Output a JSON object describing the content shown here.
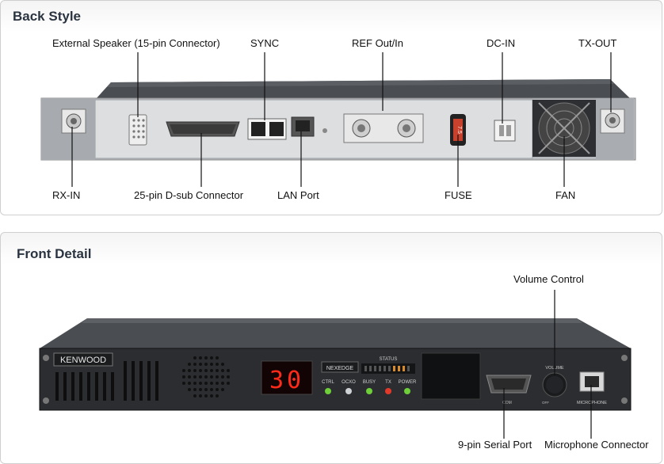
{
  "back": {
    "title": "Back Style",
    "labels": {
      "ext_speaker": "External Speaker (15-pin Connector)",
      "sync": "SYNC",
      "ref": "REF Out/In",
      "dc_in": "DC-IN",
      "tx_out": "TX-OUT",
      "rx_in": "RX-IN",
      "dsub": "25-pin D-sub Connector",
      "lan": "LAN Port",
      "fuse": "FUSE",
      "fan": "FAN"
    },
    "fuse_value": "7.5"
  },
  "front": {
    "title": "Front Detail",
    "labels": {
      "volume": "Volume Control",
      "serial": "9-pin Serial Port",
      "mic": "Microphone Connector"
    },
    "brand": "KENWOOD",
    "nexedge": "NEXEDGE",
    "status": "STATUS",
    "display": "30",
    "leds": [
      "CTRL",
      "OCXO",
      "BUSY",
      "TX",
      "POWER"
    ],
    "volume_text": "VOLUME",
    "off_text": "OFF",
    "com_text": "COM",
    "mic_text": "MICROPHONE"
  },
  "colors": {
    "led_green": "#6fcf3a",
    "led_red": "#e23a2a",
    "segment_red": "#ff2a1a",
    "chassis_dark": "#2b2d30"
  }
}
